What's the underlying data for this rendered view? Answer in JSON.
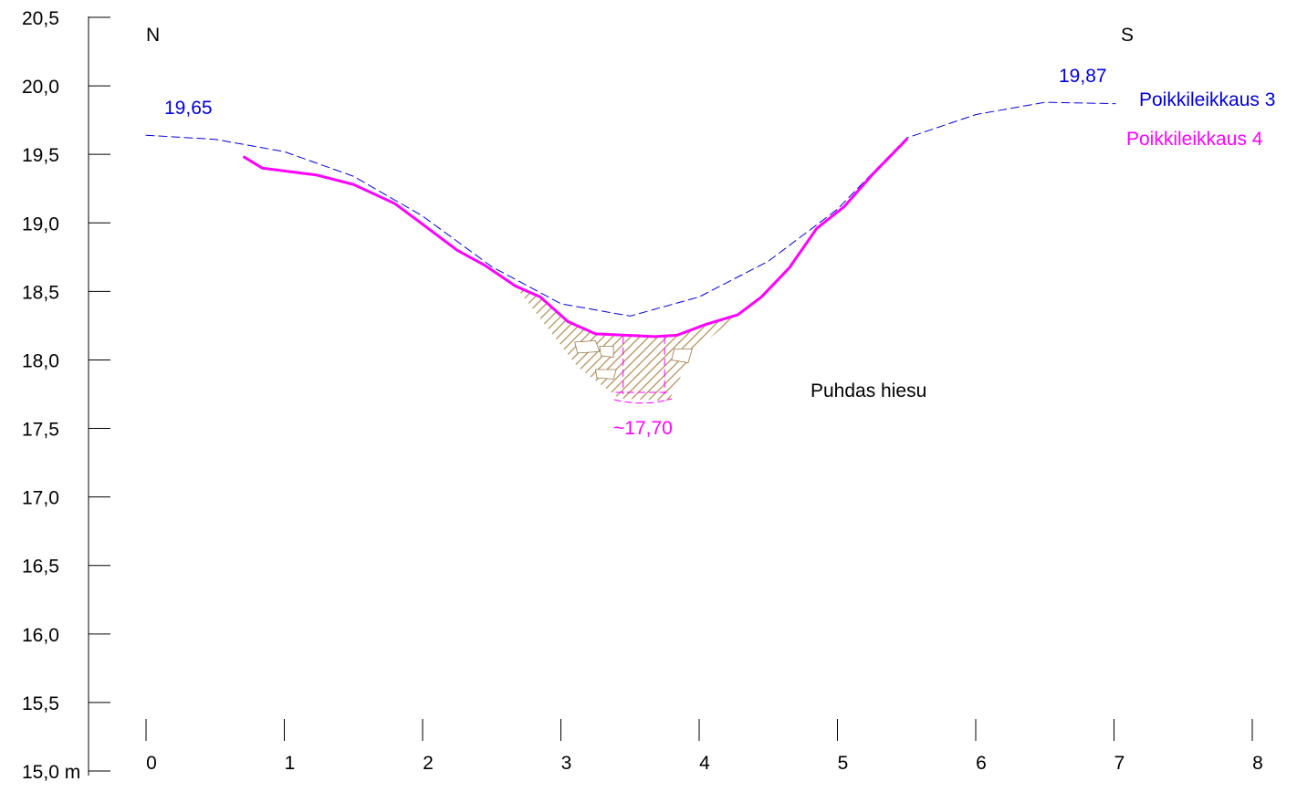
{
  "chart_data": {
    "type": "line",
    "title": "",
    "xlabel": "",
    "ylabel": "",
    "y_unit": "m",
    "xlim": [
      0,
      8
    ],
    "ylim": [
      15.0,
      20.5
    ],
    "x_ticks": [
      "0",
      "1",
      "2",
      "3",
      "4",
      "5",
      "6",
      "7",
      "8"
    ],
    "y_ticks": [
      "15,0",
      "15,5",
      "16,0",
      "16,5",
      "17,0",
      "17,5",
      "18,0",
      "18,5",
      "19,0",
      "19,5",
      "20,0",
      "20,5"
    ],
    "grid": false,
    "direction_labels": {
      "left": "N",
      "right": "S"
    },
    "series": [
      {
        "name": "Poikkileikkaus 3",
        "color": "#0000dd",
        "style": "dashed",
        "points": [
          [
            0.0,
            19.64
          ],
          [
            0.5,
            19.61
          ],
          [
            1.0,
            19.52
          ],
          [
            1.5,
            19.34
          ],
          [
            2.0,
            19.05
          ],
          [
            2.5,
            18.68
          ],
          [
            3.0,
            18.41
          ],
          [
            3.5,
            18.32
          ],
          [
            4.0,
            18.46
          ],
          [
            4.5,
            18.72
          ],
          [
            5.0,
            19.1
          ],
          [
            5.5,
            19.62
          ],
          [
            6.0,
            19.79
          ],
          [
            6.5,
            19.88
          ],
          [
            7.0,
            19.87
          ]
        ]
      },
      {
        "name": "Poikkileikkaus 4",
        "color": "#ff00ff",
        "style": "solid",
        "points": [
          [
            0.71,
            19.48
          ],
          [
            0.84,
            19.4
          ],
          [
            1.23,
            19.35
          ],
          [
            1.5,
            19.28
          ],
          [
            1.8,
            19.14
          ],
          [
            2.0,
            18.99
          ],
          [
            2.25,
            18.8
          ],
          [
            2.45,
            18.69
          ],
          [
            2.67,
            18.54
          ],
          [
            2.85,
            18.46
          ],
          [
            3.05,
            18.28
          ],
          [
            3.25,
            18.19
          ],
          [
            3.68,
            18.17
          ],
          [
            3.84,
            18.18
          ],
          [
            4.05,
            18.26
          ],
          [
            4.28,
            18.33
          ],
          [
            4.45,
            18.46
          ],
          [
            4.65,
            18.67
          ],
          [
            4.85,
            18.96
          ],
          [
            5.05,
            19.12
          ],
          [
            5.25,
            19.35
          ],
          [
            5.5,
            19.61
          ]
        ]
      }
    ],
    "annotations": [
      {
        "text": "19,65",
        "color": "#0000dd"
      },
      {
        "text": "19,87",
        "color": "#0000dd"
      },
      {
        "text": "~17,70",
        "color": "#ff00ff"
      },
      {
        "text": "Puhdas hiesu",
        "color": "#000000"
      }
    ],
    "legend": {
      "placement": "top-right",
      "entries": [
        {
          "label": "Poikkileikkaus 3",
          "color": "#0000dd"
        },
        {
          "label": "Poikkileikkaus 4",
          "color": "#ff00ff"
        }
      ]
    },
    "pipe": {
      "x_range": [
        3.45,
        3.75
      ],
      "y_bottom": 17.75,
      "y_top": 18.17,
      "color": "#ff00ff"
    },
    "backfill": {
      "color": "#c8a46e",
      "outline": [
        [
          2.67,
          18.54
        ],
        [
          2.85,
          18.46
        ],
        [
          3.05,
          18.28
        ],
        [
          3.25,
          18.19
        ],
        [
          3.68,
          18.17
        ],
        [
          3.84,
          18.18
        ],
        [
          4.05,
          18.26
        ],
        [
          4.28,
          18.33
        ],
        [
          3.95,
          18.05
        ],
        [
          3.78,
          17.7
        ],
        [
          3.42,
          17.72
        ],
        [
          3.12,
          17.95
        ]
      ]
    }
  }
}
